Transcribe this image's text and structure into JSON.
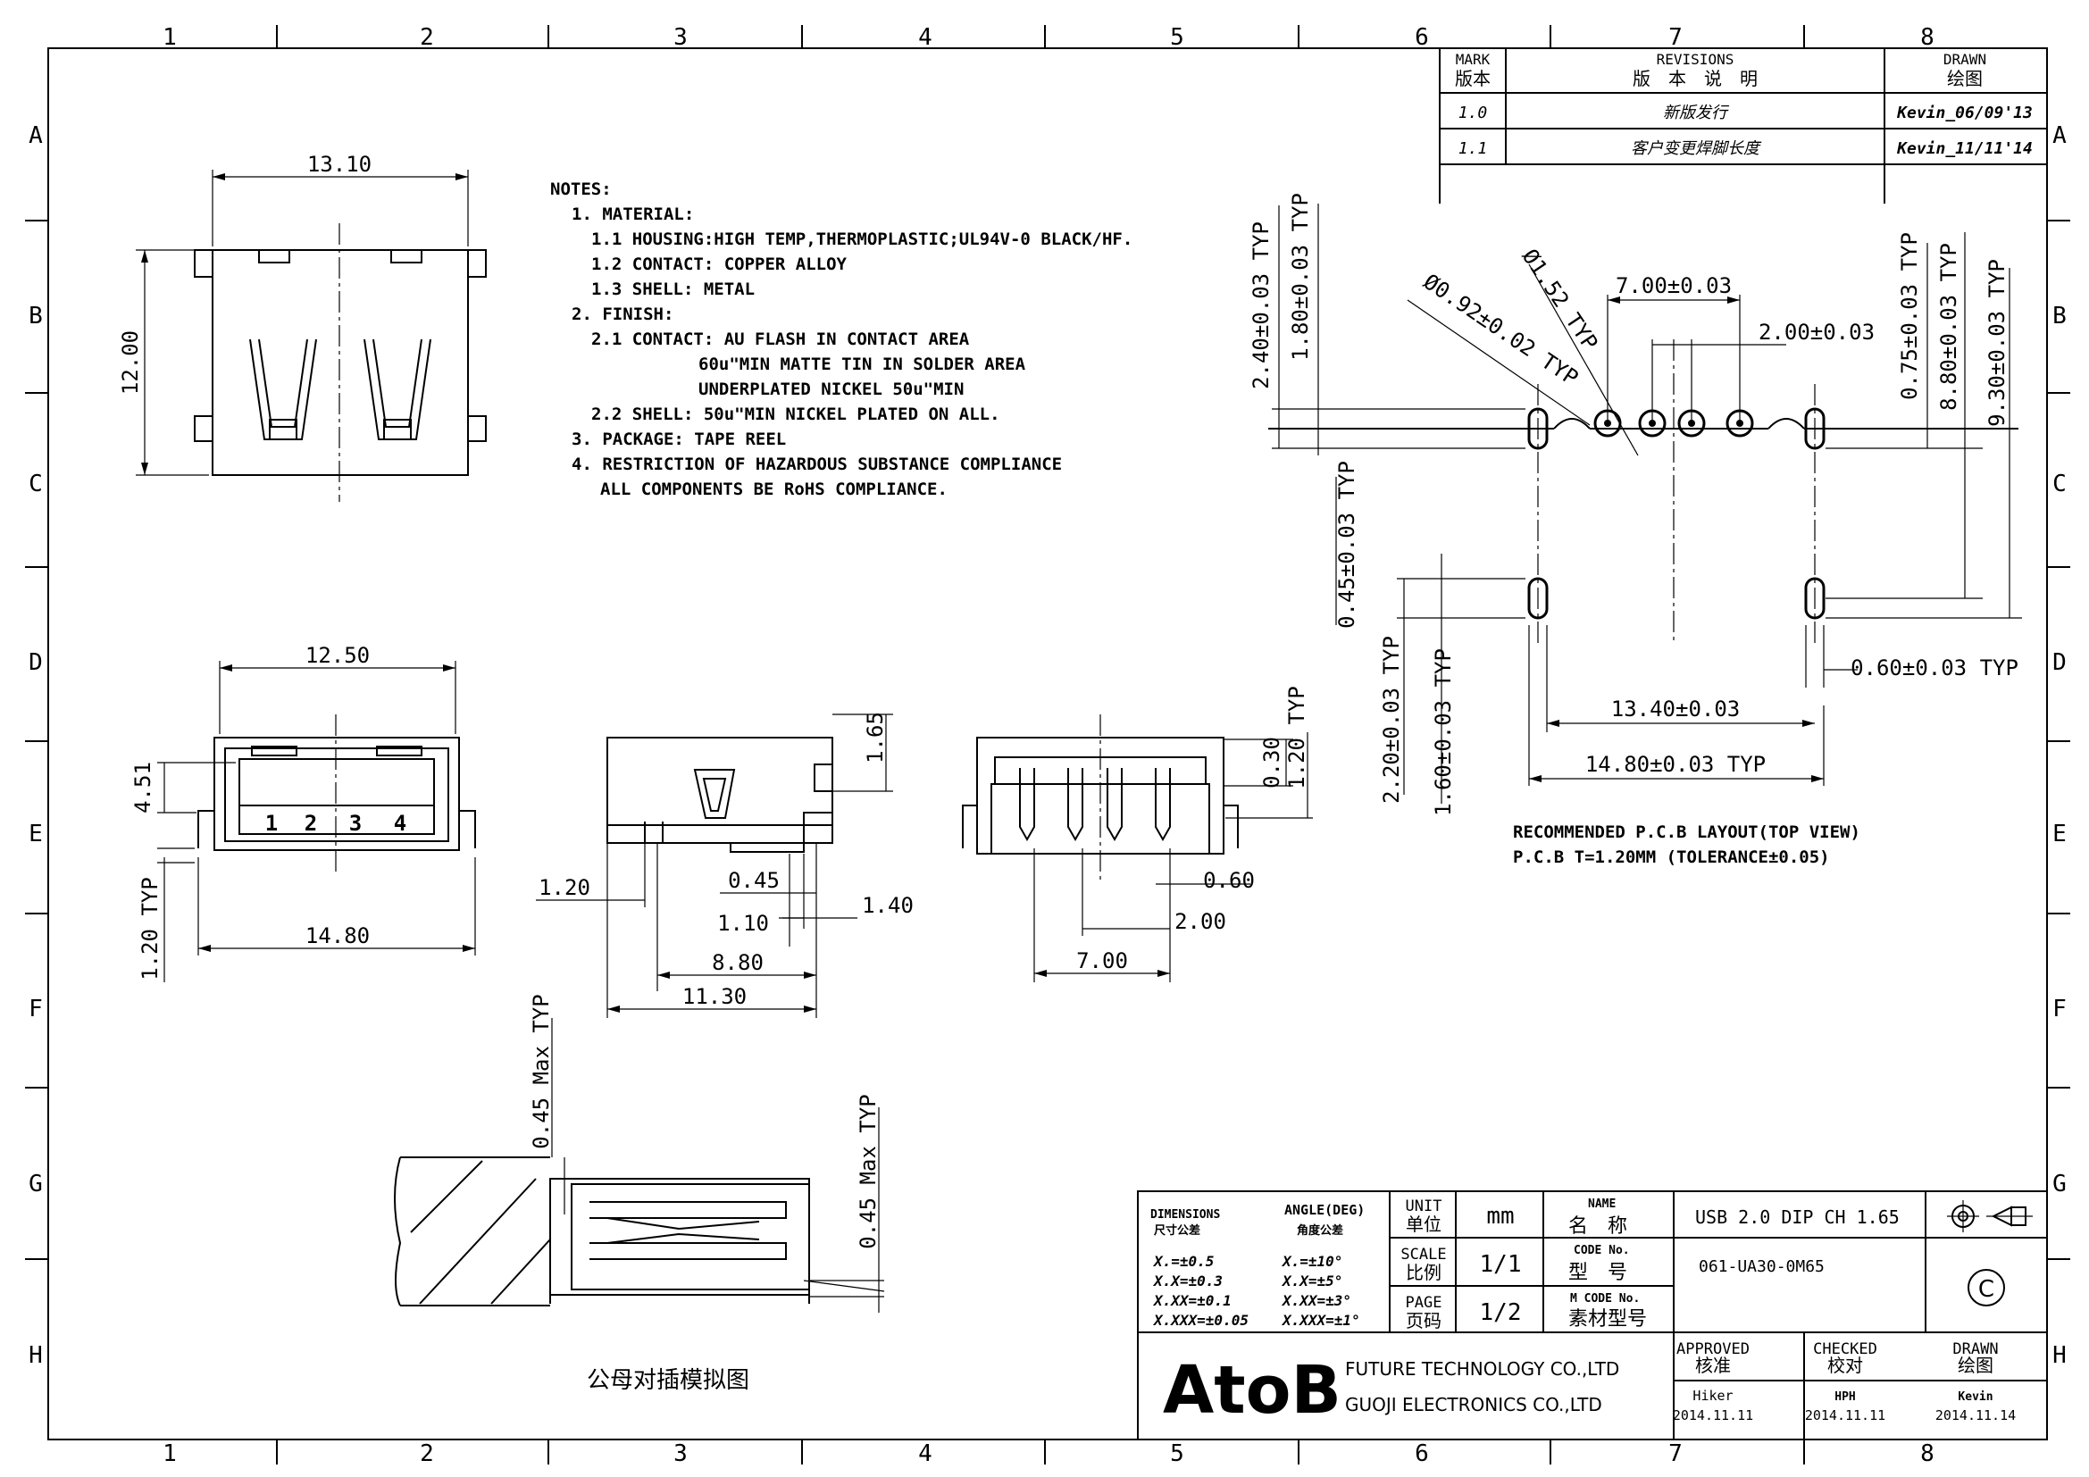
{
  "border": {
    "columns": [
      "1",
      "2",
      "3",
      "4",
      "5",
      "6",
      "7",
      "8"
    ],
    "rows": [
      "A",
      "B",
      "C",
      "D",
      "E",
      "F",
      "G",
      "H"
    ]
  },
  "revisions": {
    "mark_en": "MARK",
    "mark_cn": "版本",
    "rev_en": "REVISIONS",
    "rev_cn": "版　本　说　明",
    "drawn_en": "DRAWN",
    "drawn_cn": "绘图",
    "rows": [
      {
        "mark": "1.0",
        "desc": "新版发行",
        "drawn": "Kevin_06/09'13"
      },
      {
        "mark": "1.1",
        "desc": "客户变更焊脚长度",
        "drawn": "Kevin_11/11'14"
      }
    ]
  },
  "notes": [
    "NOTES:",
    "1. MATERIAL:",
    "1.1 HOUSING:HIGH TEMP,THERMOPLASTIC;UL94V-0 BLACK/HF.",
    "1.2 CONTACT: COPPER ALLOY",
    "1.3 SHELL: METAL",
    "2. FINISH:",
    "2.1 CONTACT: AU FLASH IN CONTACT AREA",
    "60u\"MIN MATTE TIN IN SOLDER AREA",
    "UNDERPLATED NICKEL 50u\"MIN",
    "2.2 SHELL:    50u\"MIN NICKEL PLATED ON ALL.",
    "3. PACKAGE: TAPE REEL",
    "4. RESTRICTION OF HAZARDOUS SUBSTANCE COMPLIANCE",
    "ALL COMPONENTS BE RoHS COMPLIANCE."
  ],
  "dims": {
    "top_w": "13.10",
    "top_h": "12.00",
    "front_w": "12.50",
    "front_h": "4.51",
    "front_base": "14.80",
    "front_typ": "1.20 TYP",
    "pins": [
      "1",
      "2",
      "3",
      "4"
    ],
    "side_h": "1.65",
    "side_120": "1.20",
    "side_045": "0.45",
    "side_140": "1.40",
    "side_110": "1.10",
    "side_880": "8.80",
    "side_1130": "11.30",
    "rear_030": "0.30",
    "rear_120typ": "1.20 TYP",
    "rear_060": "0.60",
    "rear_200": "2.00",
    "rear_700": "7.00",
    "mate_045a": "0.45 Max TYP",
    "mate_045b": "0.45 Max TYP",
    "pcb_240": "2.40±0.03 TYP",
    "pcb_180": "1.80±0.03 TYP",
    "pcb_092": "Ø0.92±0.02 TYP",
    "pcb_152": "Ø1.52 TYP",
    "pcb_700": "7.00±0.03",
    "pcb_200": "2.00±0.03",
    "pcb_075": "0.75±0.03 TYP",
    "pcb_880": "8.80±0.03 TYP",
    "pcb_930": "9.30±0.03 TYP",
    "pcb_045": "0.45±0.03 TYP",
    "pcb_220": "2.20±0.03 TYP",
    "pcb_160": "1.60±0.03 TYP",
    "pcb_060": "0.60±0.03 TYP",
    "pcb_1340": "13.40±0.03",
    "pcb_1480": "14.80±0.03 TYP"
  },
  "pcb_caption": [
    "RECOMMENDED P.C.B LAYOUT(TOP VIEW)",
    "P.C.B T=1.20MM (TOLERANCE±0.05)"
  ],
  "mating_caption": "公母对插模拟图",
  "title_block": {
    "dimensions_en": "DIMENSIONS",
    "dimensions_cn": "尺寸公差",
    "angle_en": "ANGLE(DEG)",
    "angle_cn": "角度公差",
    "tol": [
      "X.=±0.5",
      "X.X=±0.3",
      "X.XX=±0.1",
      "X.XXX=±0.05"
    ],
    "ang": [
      "X.=±10°",
      "X.X=±5°",
      "X.XX=±3°",
      "X.XXX=±1°"
    ],
    "unit_en": "UNIT",
    "unit_cn": "单位",
    "unit_val": "mm",
    "scale_en": "SCALE",
    "scale_cn": "比例",
    "scale_val": "1/1",
    "page_en": "PAGE",
    "page_cn": "页码",
    "page_val": "1/2",
    "name_en": "NAME",
    "name_cn": "名　称",
    "name_val": "USB 2.0 DIP CH 1.65",
    "code_en": "CODE No.",
    "code_cn": "型　号",
    "code_val": "061-UA30-0M65",
    "mcode_en": "M CODE No.",
    "mcode_cn": "素材型号",
    "logo": "AtoB",
    "company1": "FUTURE TECHNOLOGY CO.,LTD",
    "company2": "GUOJI ELECTRONICS CO.,LTD",
    "approved_en": "APPROVED",
    "approved_cn": "核准",
    "approved_name": "Hiker",
    "approved_date": "2014.11.11",
    "checked_en": "CHECKED",
    "checked_cn": "校对",
    "checked_name": "HPH",
    "checked_date": "2014.11.11",
    "drawn_en": "DRAWN",
    "drawn_cn": "绘图",
    "drawn_name": "Kevin",
    "drawn_date": "2014.11.14",
    "c_symbol": "C"
  }
}
